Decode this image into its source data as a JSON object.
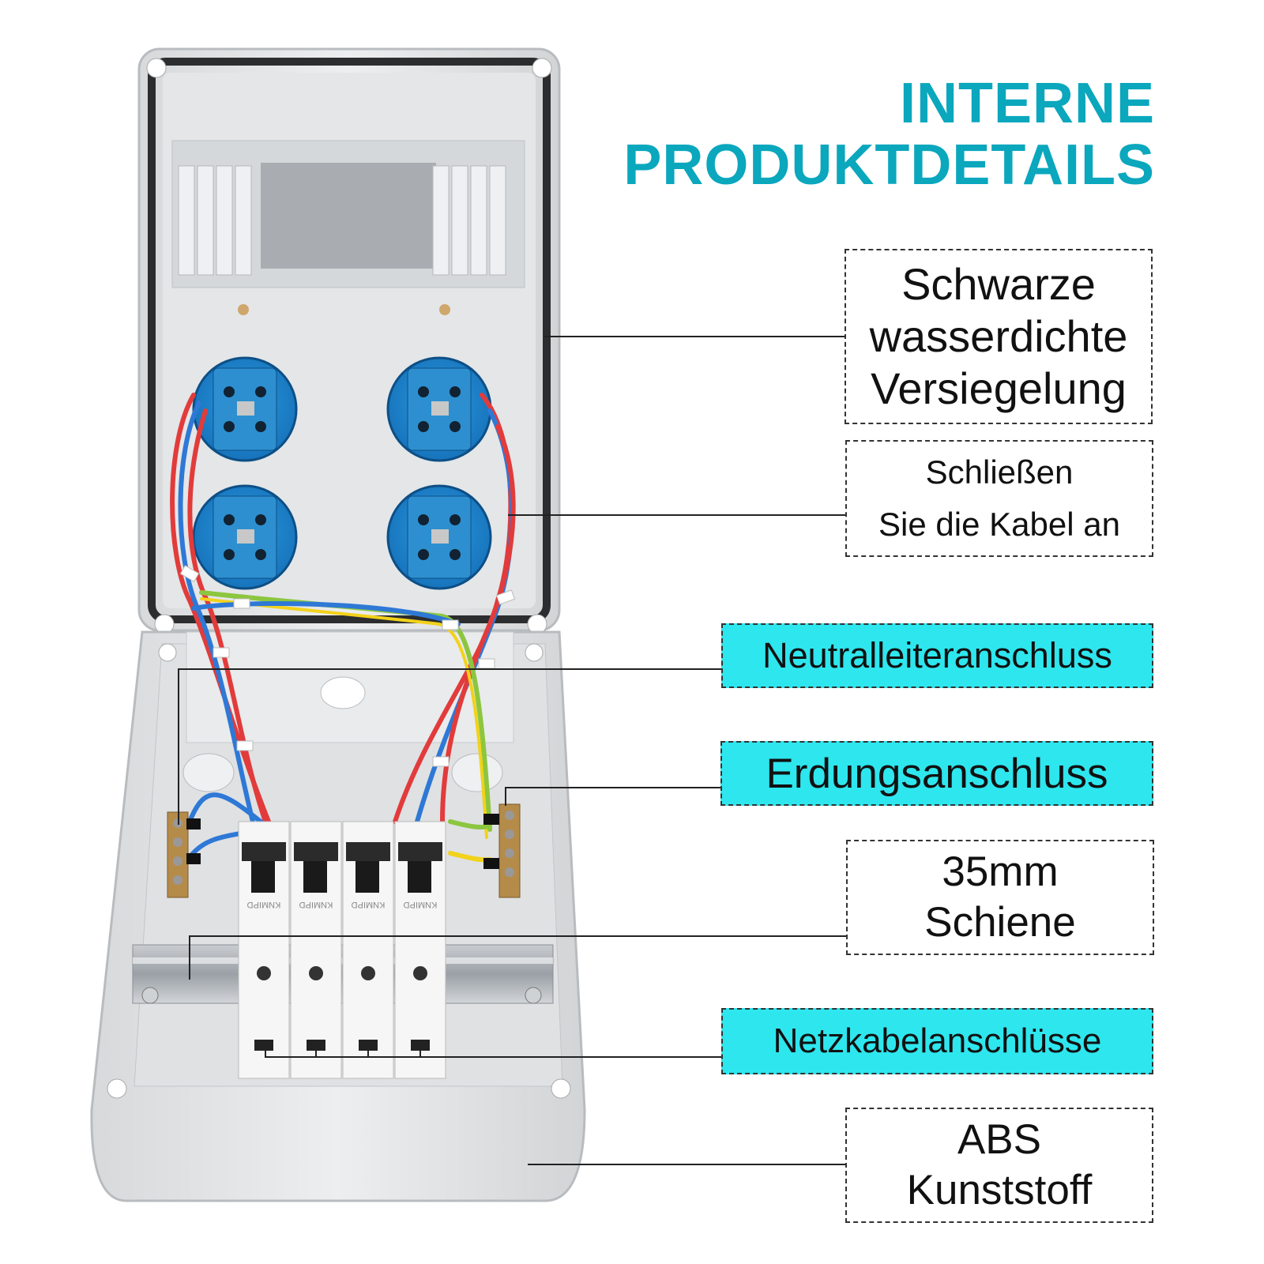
{
  "title": {
    "line1": "INTERNE",
    "line2": "PRODUKTDETAILS"
  },
  "labels": {
    "seal": {
      "line1": "Schwarze",
      "line2": "wasserdichte",
      "line3": "Versiegelung"
    },
    "cable": {
      "line1": "Schließen",
      "line2": "Sie die Kabel an"
    },
    "neutral": "Neutralleiteranschluss",
    "earth": "Erdungsanschluss",
    "rail": {
      "line1": "35mm",
      "line2": "Schiene"
    },
    "power": "Netzkabelanschlüsse",
    "abs": {
      "line1": "ABS",
      "line2": "Kunststoff"
    }
  },
  "breaker": {
    "brand": "KNMIPD"
  },
  "colors": {
    "accent": "#0aa7bd",
    "highlight": "#2ee6ee",
    "socket": "#1f8fd3",
    "wire_red": "#e23b3b",
    "wire_blue": "#2e78d6",
    "wire_green": "#8cc63f",
    "wire_yellow": "#f2d21b"
  }
}
